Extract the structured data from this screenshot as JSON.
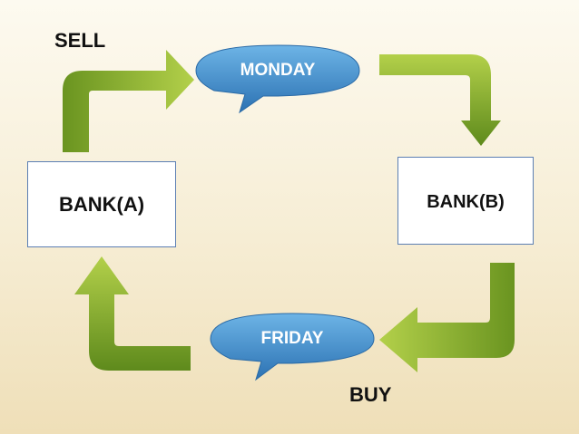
{
  "labels": {
    "sell": "SELL",
    "buy": "BUY"
  },
  "nodes": {
    "bank_a": "BANK(A)",
    "bank_b": "BANK(B)"
  },
  "bubbles": {
    "monday": "MONDAY",
    "friday": "FRIDAY"
  },
  "colors": {
    "arrow_light": "#a8c93e",
    "arrow_dark": "#628a1c",
    "bubble_light": "#5aa6dd",
    "bubble_dark": "#2f77b8",
    "box_border": "#5c7fb3"
  },
  "icons": [
    "curved-arrow-icon",
    "speech-bubble-icon"
  ]
}
